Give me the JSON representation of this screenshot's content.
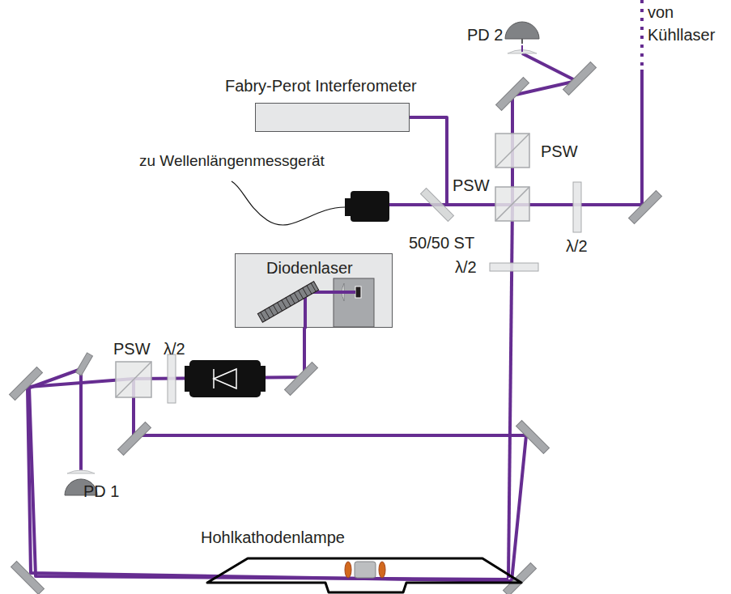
{
  "diagram": {
    "nodes": [
      {
        "text": [
          "Fabry-Perot Interferometer"
        ]
      },
      {
        "text": [
          "Diodenlaser"
        ]
      },
      {
        "text": [
          "Hohlkathodenlampe"
        ]
      }
    ],
    "labels": [
      "PD 2",
      "von Kühllaser",
      "PSW",
      "PSW",
      "zu Wellenlängenmessgerät",
      "50/50 ST",
      "λ/2",
      "λ/2",
      "PSW",
      "λ/2",
      "PD 1"
    ]
  }
}
